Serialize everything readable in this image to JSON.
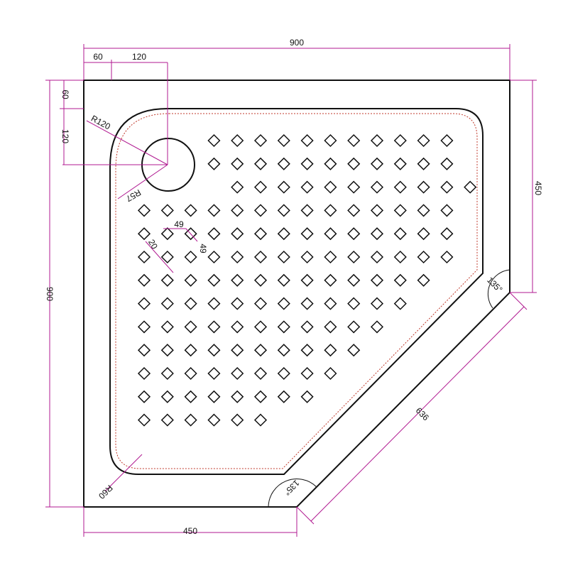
{
  "colors": {
    "outline": "#111111",
    "dimension": "#b01890",
    "inner_dotted": "#c0392b"
  },
  "labels": {
    "top_width": "900",
    "top_offset_60": "60",
    "top_offset_120": "120",
    "left_height": "900",
    "left_offset_60": "60",
    "left_offset_120": "120",
    "right_side": "450",
    "bottom_side": "450",
    "diagonal": "636",
    "angle_top": "135°",
    "angle_bottom": "135°",
    "radius_corner": "R120",
    "radius_drain": "R57",
    "radius_bottom": "R60",
    "pattern_spacing_h": "49",
    "pattern_spacing_v": "49",
    "pattern_offset": "20"
  },
  "pattern": {
    "row_counts": [
      11,
      11,
      11,
      14,
      14,
      14,
      13,
      12,
      11,
      10,
      9,
      8,
      6
    ],
    "row_start_columns": [
      3,
      3,
      4,
      0,
      0,
      0,
      0,
      0,
      0,
      0,
      0,
      0,
      0
    ]
  }
}
